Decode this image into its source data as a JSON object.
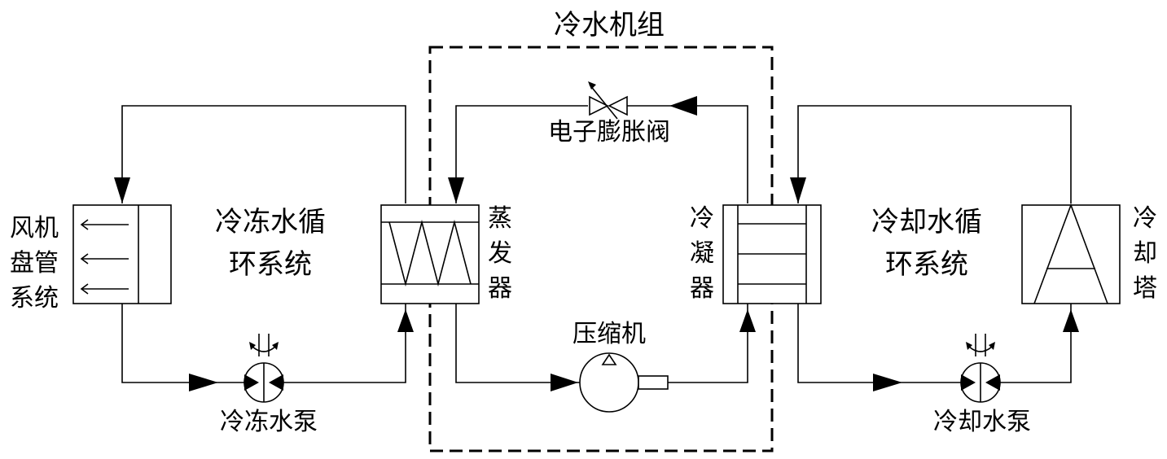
{
  "title": "冷水机组",
  "labels": {
    "fan_coil": [
      "风机",
      "盘管",
      "系统"
    ],
    "chilled_loop": [
      "冷冻水循",
      "环系统"
    ],
    "evaporator": [
      "蒸",
      "发",
      "器"
    ],
    "condenser": [
      "冷",
      "凝",
      "器"
    ],
    "cooling_loop": [
      "冷却水循",
      "环系统"
    ],
    "cooling_tower": [
      "冷",
      "却",
      "塔"
    ],
    "expansion_valve": "电子膨胀阀",
    "compressor": "压缩机",
    "chilled_pump": "冷冻水泵",
    "cooling_pump": "冷却水泵"
  }
}
